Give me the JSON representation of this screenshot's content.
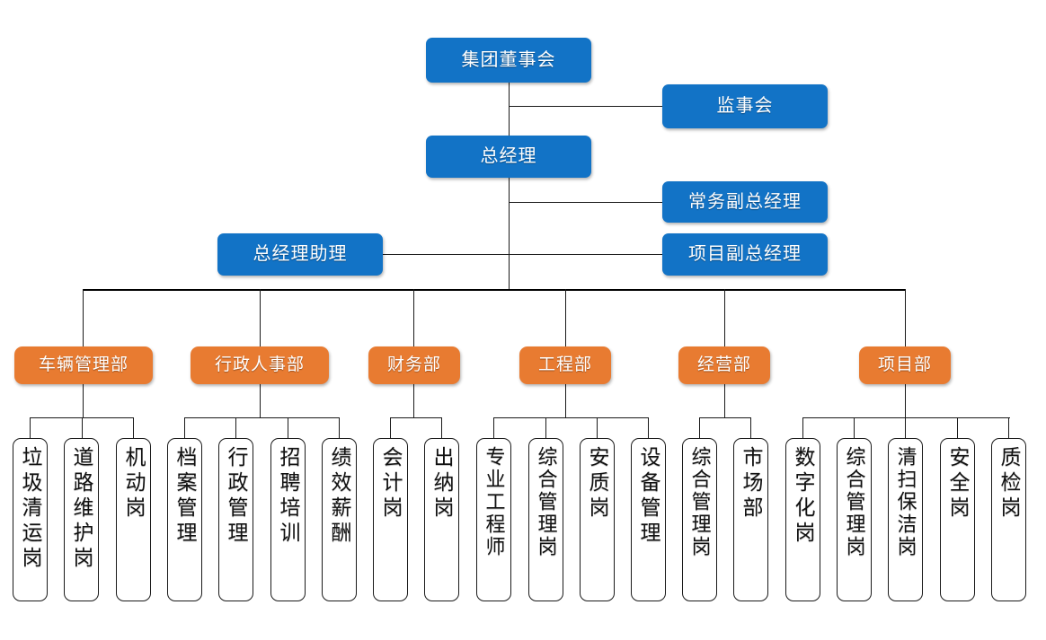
{
  "meta": {
    "title": "集团组织架构图",
    "colors": {
      "executive": "#1273C6",
      "department": "#E87B31",
      "line": "#1a1a1a",
      "background": "#ffffff",
      "leaf_text": "#111111"
    }
  },
  "executive": {
    "board": "集团董事会",
    "supervisory": "监事会",
    "general_manager": "总经理",
    "executive_deputy": "常务副总经理",
    "project_deputy": "项目副总经理",
    "gm_assistant": "总经理助理"
  },
  "departments": [
    {
      "id": "vehicle",
      "name": "车辆管理部",
      "positions": [
        "垃圾清运岗",
        "道路维护岗",
        "机动岗"
      ]
    },
    {
      "id": "admin-hr",
      "name": "行政人事部",
      "positions": [
        "档案管理",
        "行政管理",
        "招聘培训",
        "绩效薪酬"
      ]
    },
    {
      "id": "finance",
      "name": "财务部",
      "positions": [
        "会计岗",
        "出纳岗"
      ]
    },
    {
      "id": "engineering",
      "name": "工程部",
      "positions": [
        "专业工程师",
        "综合管理岗",
        "安质岗",
        "设备管理"
      ]
    },
    {
      "id": "operations",
      "name": "经营部",
      "positions": [
        "综合管理岗",
        "市场部"
      ]
    },
    {
      "id": "project",
      "name": "项目部",
      "positions": [
        "数字化岗",
        "综合管理岗",
        "清扫保洁岗",
        "安全岗",
        "质检岗"
      ]
    }
  ]
}
